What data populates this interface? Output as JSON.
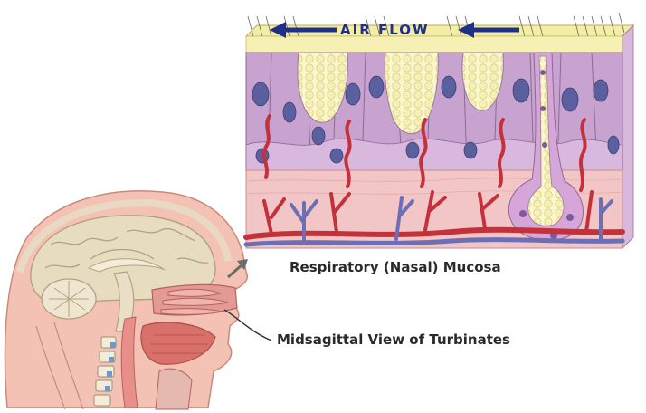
{
  "labels": {
    "air_flow": "AIR FLOW",
    "mucosa": "Respiratory (Nasal) Mucosa",
    "turbinates": "Midsagittal View of Turbinates"
  },
  "colors": {
    "epithelium": "#c9a3cf",
    "mucus": "#f3efb0",
    "goblet": "#fbf7cc",
    "nucleus": "#5a5f9e",
    "artery": "#c4313a",
    "vein": "#6d6fb6",
    "lamina": "#f2c6c6",
    "arrow": "#1f2f8c"
  },
  "icons": {
    "air_arrow": "arrow-left-icon",
    "pointer": "arrow-up-right-icon"
  }
}
